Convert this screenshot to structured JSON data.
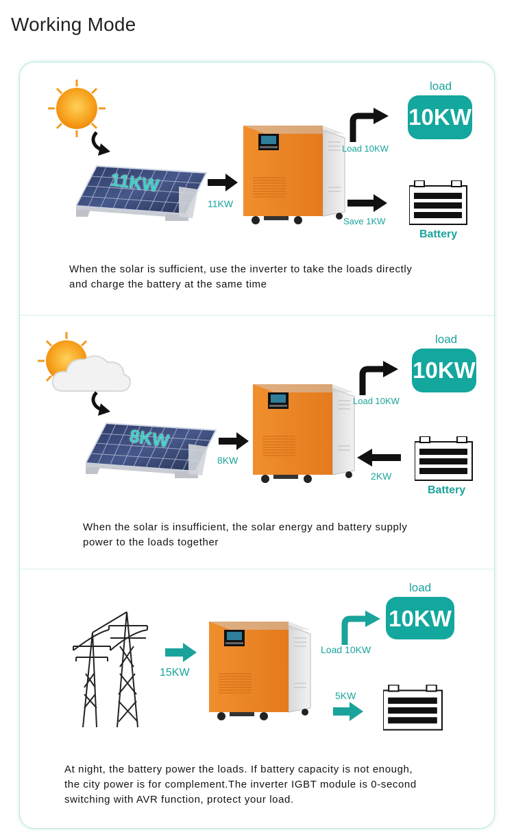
{
  "page": {
    "title": "Working Mode"
  },
  "modes": [
    {
      "panel_power": "11KW",
      "solar_in": "11KW",
      "load_title": "load",
      "load_value": "10KW",
      "load_label": "Load 10KW",
      "battery_label": "Battery",
      "battery_flow": "Save 1KW",
      "caption_line1": "When the solar is sufficient, use the inverter to take the loads directly",
      "caption_line2": "and charge the battery at the same time"
    },
    {
      "panel_power": "8KW",
      "solar_in": "8KW",
      "load_title": "load",
      "load_value": "10KW",
      "load_label": "Load 10KW",
      "battery_label": "Battery",
      "battery_flow": "2KW",
      "caption_line1": "When the solar is insufficient, the solar energy and battery supply",
      "caption_line2": "power to the loads together"
    },
    {
      "grid_in": "15KW",
      "load_title": "load",
      "load_value": "10KW",
      "load_label": "Load 10KW",
      "battery_flow": "5KW",
      "caption_line1": "At night, the battery power the loads. If battery capacity is not enough,",
      "caption_line2": "the city power is for complement.The inverter IGBT module is  0-second",
      "caption_line3": "switching with AVR function, protect your load."
    }
  ],
  "colors": {
    "accent": "#1aa39b",
    "inverter": "#e8852a",
    "arrow_dark": "#111111"
  }
}
